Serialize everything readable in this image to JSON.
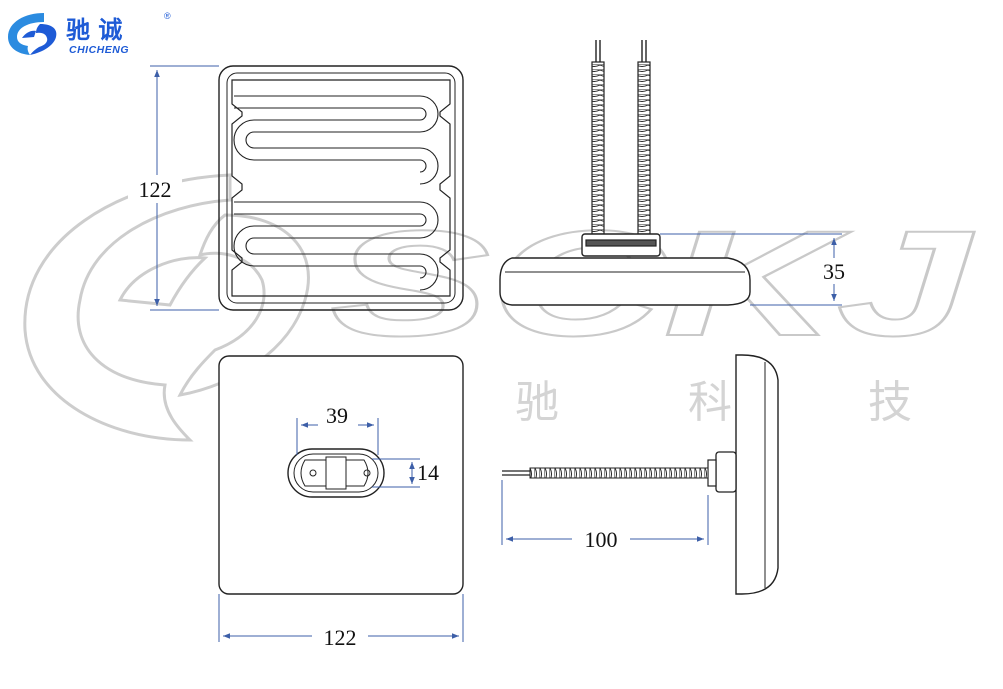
{
  "brand": {
    "name_cn": "驰 诚",
    "name_en": "CHICHENG",
    "registered": "®",
    "color": "#1e5bd6",
    "accent": "#2b8be0"
  },
  "watermark": {
    "text": "SCKJ",
    "subtitle": [
      "顺",
      "驰",
      "科",
      "技"
    ],
    "color": "#cfcfcf"
  },
  "dimensions": {
    "top_height": "122",
    "side_height": "35",
    "slot_width": "39",
    "slot_height": "14",
    "lead_length": "100",
    "bottom_width": "122"
  },
  "colors": {
    "dimension_line": "#3d5fa8",
    "outline": "#222222"
  }
}
